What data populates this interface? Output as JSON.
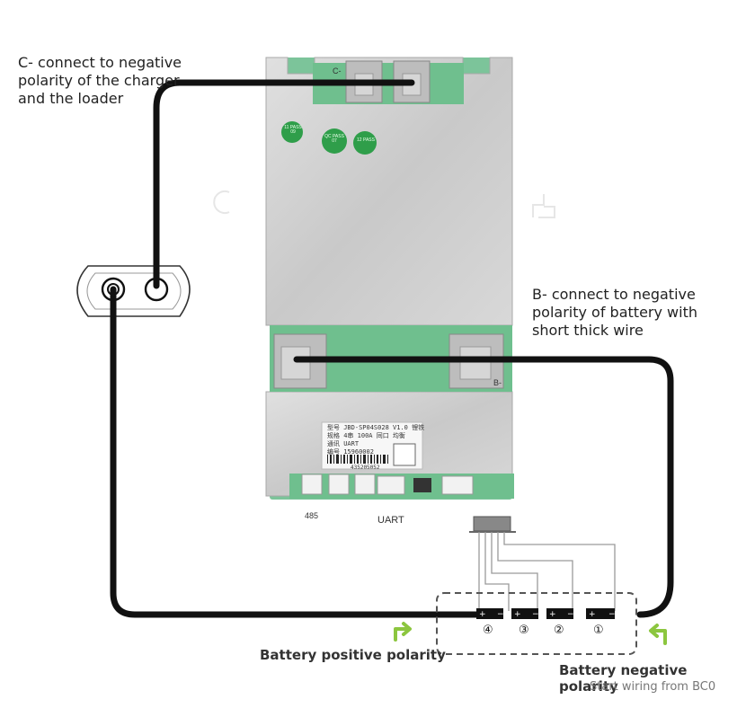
{
  "labels": {
    "c_minus": [
      "C- connect to negative",
      "polarity of the charger",
      "and the loader"
    ],
    "b_minus": [
      "B- connect to negative",
      "polarity of battery with",
      "short thick wire"
    ],
    "port_485": "485",
    "port_uart": "UART",
    "battery_positive": "Battery positive polarity",
    "battery_negative": "Battery negative polarity",
    "start_wiring": "Start wiring from BC0"
  },
  "board": {
    "terminal_c_minus": "C-",
    "terminal_b_minus": "B-",
    "sticker_lines": [
      "型号 JBD-SP04S028 V1.0 锂铁",
      "规格 4串 100A 同口 均衡",
      "通讯 UART",
      "编号 15960002"
    ],
    "sticker_barcode_text": "435205052",
    "qc_badges": [
      "11 PASS 09",
      "QC PASS 07",
      "12 PASS"
    ]
  },
  "cells": {
    "order": [
      "④",
      "③",
      "②",
      "①"
    ],
    "terminal_sign": "+ −"
  },
  "colors": {
    "wire": "#111111",
    "arrow": "#8cc63f",
    "board_metal": "#cfcfcf",
    "pcb_green": "#6fbf8e",
    "dashed_box": "#555555"
  }
}
